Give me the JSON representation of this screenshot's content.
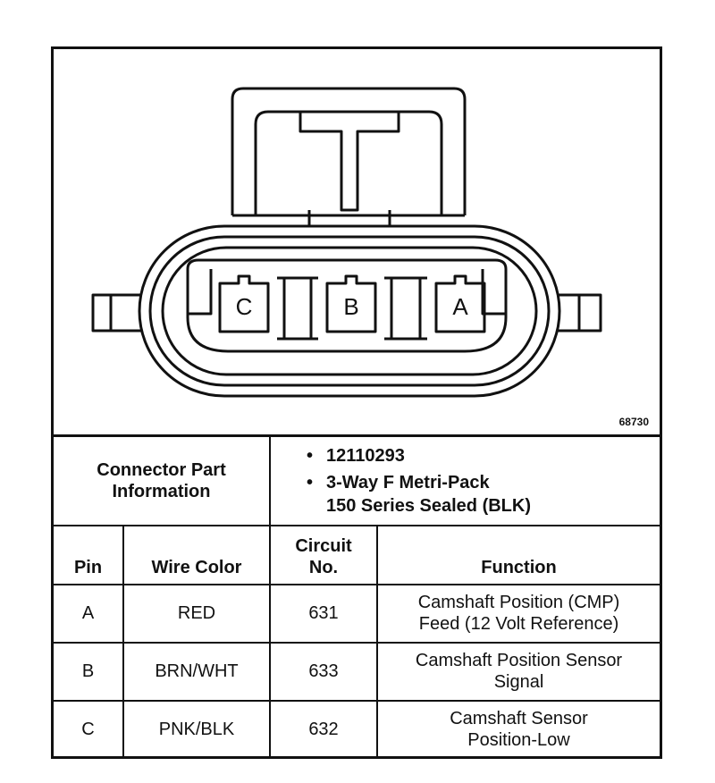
{
  "figure_number": "68730",
  "connector": {
    "pins": [
      "C",
      "B",
      "A"
    ]
  },
  "part_info": {
    "label_lines": [
      "Connector Part",
      "Information"
    ],
    "items": [
      {
        "lines": [
          "12110293"
        ]
      },
      {
        "lines": [
          "3-Way F Metri-Pack",
          "150 Series Sealed (BLK)"
        ]
      }
    ]
  },
  "table": {
    "headers": {
      "pin": "Pin",
      "wire_color": "Wire Color",
      "circuit_lines": [
        "Circuit",
        "No."
      ],
      "function": "Function"
    },
    "rows": [
      {
        "pin": "A",
        "wire_color": "RED",
        "circuit": "631",
        "function_lines": [
          "Camshaft Position (CMP)",
          "Feed (12 Volt Reference)"
        ]
      },
      {
        "pin": "B",
        "wire_color": "BRN/WHT",
        "circuit": "633",
        "function_lines": [
          "Camshaft Position Sensor",
          "Signal"
        ]
      },
      {
        "pin": "C",
        "wire_color": "PNK/BLK",
        "circuit": "632",
        "function_lines": [
          "Camshaft Sensor",
          "Position-Low"
        ]
      }
    ]
  }
}
